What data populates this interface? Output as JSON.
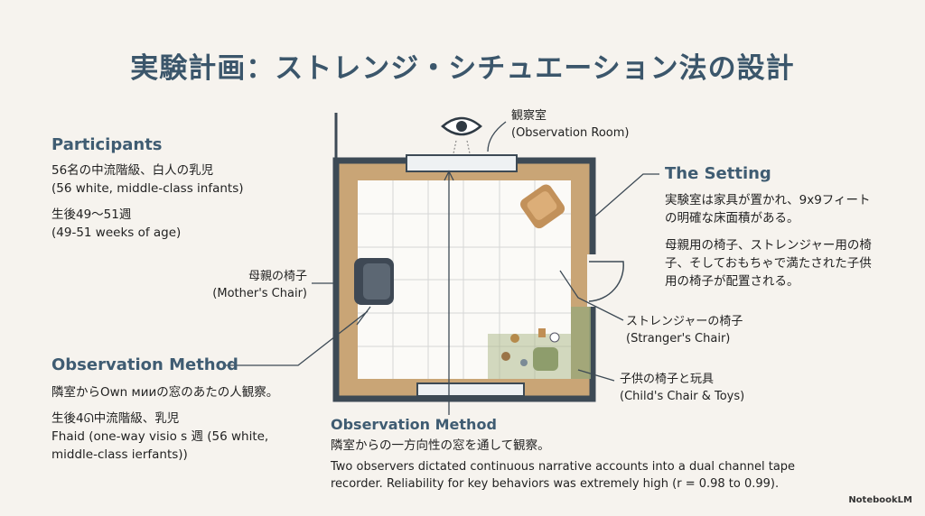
{
  "title": "実験計画：ストレンジ・シチュエーション法の設計",
  "participants": {
    "heading": "Participants",
    "line1_ja": "56名の中流階級、白人の乳児",
    "line1_en": "(56 white, middle-class infants)",
    "line2_ja": "生後49〜51週",
    "line2_en": "(49-51 weeks of age)"
  },
  "observation_left": {
    "heading": "Observation Method",
    "line1": "隣室からOwn ᴍᴎᴎの窓のあたの人観察。",
    "line2": "生後4ᘏ中流階級、乳児",
    "line3": "Fhaid (one-way visio ꜱ 週 (56 white,",
    "line4": "middle-class ierfants))"
  },
  "labels": {
    "observation_room_ja": "観察室",
    "observation_room_en": "(Observation Room)",
    "mother_chair_ja": "母親の椅子",
    "mother_chair_en": "(Mother's Chair)",
    "stranger_chair_ja": "ストレンジャーの椅子",
    "stranger_chair_en": "(Stranger's Chair)",
    "child_chair_ja": "子供の椅子と玩具",
    "child_chair_en": "(Child's Chair & Toys)"
  },
  "setting": {
    "heading": "The Setting",
    "p1": "実験室は家具が置かれ、9x9フィートの明確な床面積がある。",
    "p2": "母親用の椅子、ストレンジャー用の椅子、そしておもちゃで満たされた子供用の椅子が配置される。"
  },
  "observation_bottom": {
    "heading": "Observation Method",
    "ja": "隣室からの一方向性の窓を通して観察。",
    "en": "Two observers dictated continuous narrative accounts into a dual channel tape recorder. Reliability for key behaviors was extremely high (r = 0.98 to 0.99)."
  },
  "brand": "NotebookLM"
}
